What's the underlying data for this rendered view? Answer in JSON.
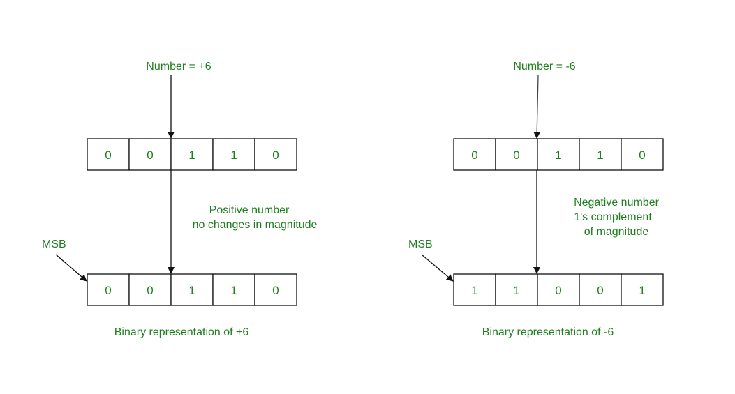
{
  "colors": {
    "text": "#1e7f1e",
    "stroke": "#111111",
    "background": "#ffffff"
  },
  "panels": [
    {
      "number_label": "Number = +6",
      "original_bits": [
        "0",
        "0",
        "1",
        "1",
        "0"
      ],
      "note_lines": [
        "Positive number",
        "no changes in magnitude"
      ],
      "msb_label": "MSB",
      "result_bits": [
        "0",
        "0",
        "1",
        "1",
        "0"
      ],
      "caption": "Binary representation of +6"
    },
    {
      "number_label": "Number = -6",
      "original_bits": [
        "0",
        "0",
        "1",
        "1",
        "0"
      ],
      "note_lines": [
        "Negative number",
        "1's complement",
        "of magnitude"
      ],
      "msb_label": "MSB",
      "result_bits": [
        "1",
        "1",
        "0",
        "0",
        "1"
      ],
      "caption": "Binary representation of -6"
    }
  ]
}
